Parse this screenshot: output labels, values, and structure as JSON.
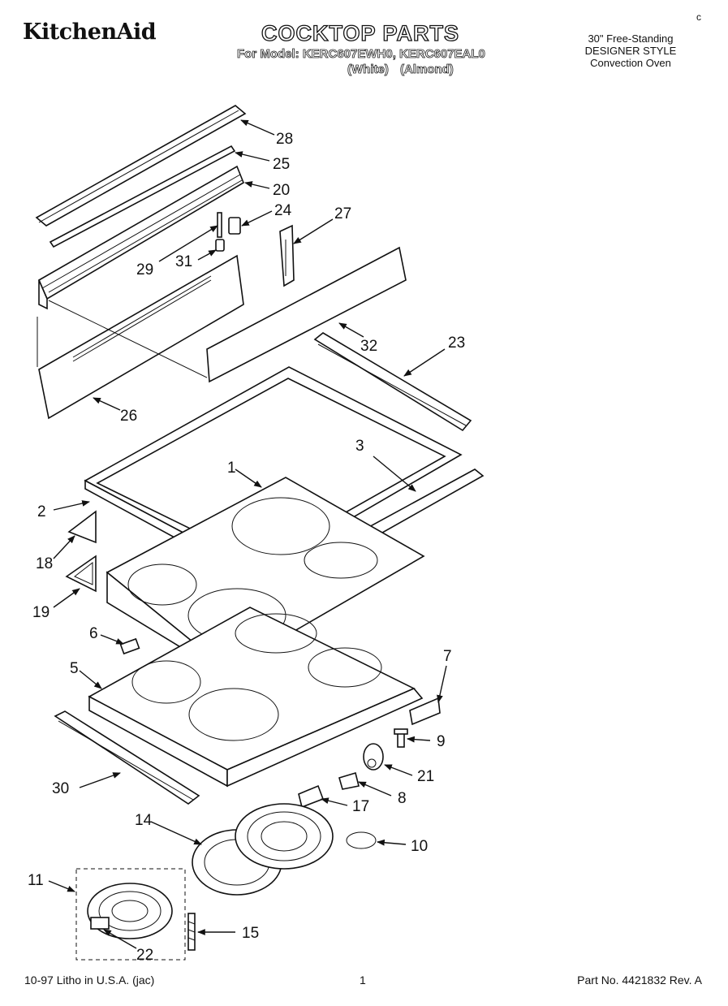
{
  "header": {
    "brand": "KitchenAid",
    "title": "COCKTOP PARTS",
    "model_line": "For Model: KERC607EWH0, KERC607EAL0",
    "color_line": "(White)  (Almond)",
    "description": [
      "30\" Free-Standing",
      "DESIGNER STYLE",
      "Convection Oven"
    ],
    "corner_mark": "c"
  },
  "callouts": {
    "p28": "28",
    "p25": "25",
    "p20": "20",
    "p24": "24",
    "p27": "27",
    "p29": "29",
    "p31": "31",
    "p32": "32",
    "p23": "23",
    "p26": "26",
    "p3": "3",
    "p1": "1",
    "p2": "2",
    "p18": "18",
    "p19": "19",
    "p6": "6",
    "p5": "5",
    "p7": "7",
    "p9": "9",
    "p21": "21",
    "p8": "8",
    "p17": "17",
    "p30": "30",
    "p14": "14",
    "p10": "10",
    "p11": "11",
    "p22": "22",
    "p15": "15"
  },
  "footer": {
    "left": "10-97 Litho in U.S.A. (jac)",
    "page": "1",
    "right": "Part No. 4421832 Rev. A"
  }
}
